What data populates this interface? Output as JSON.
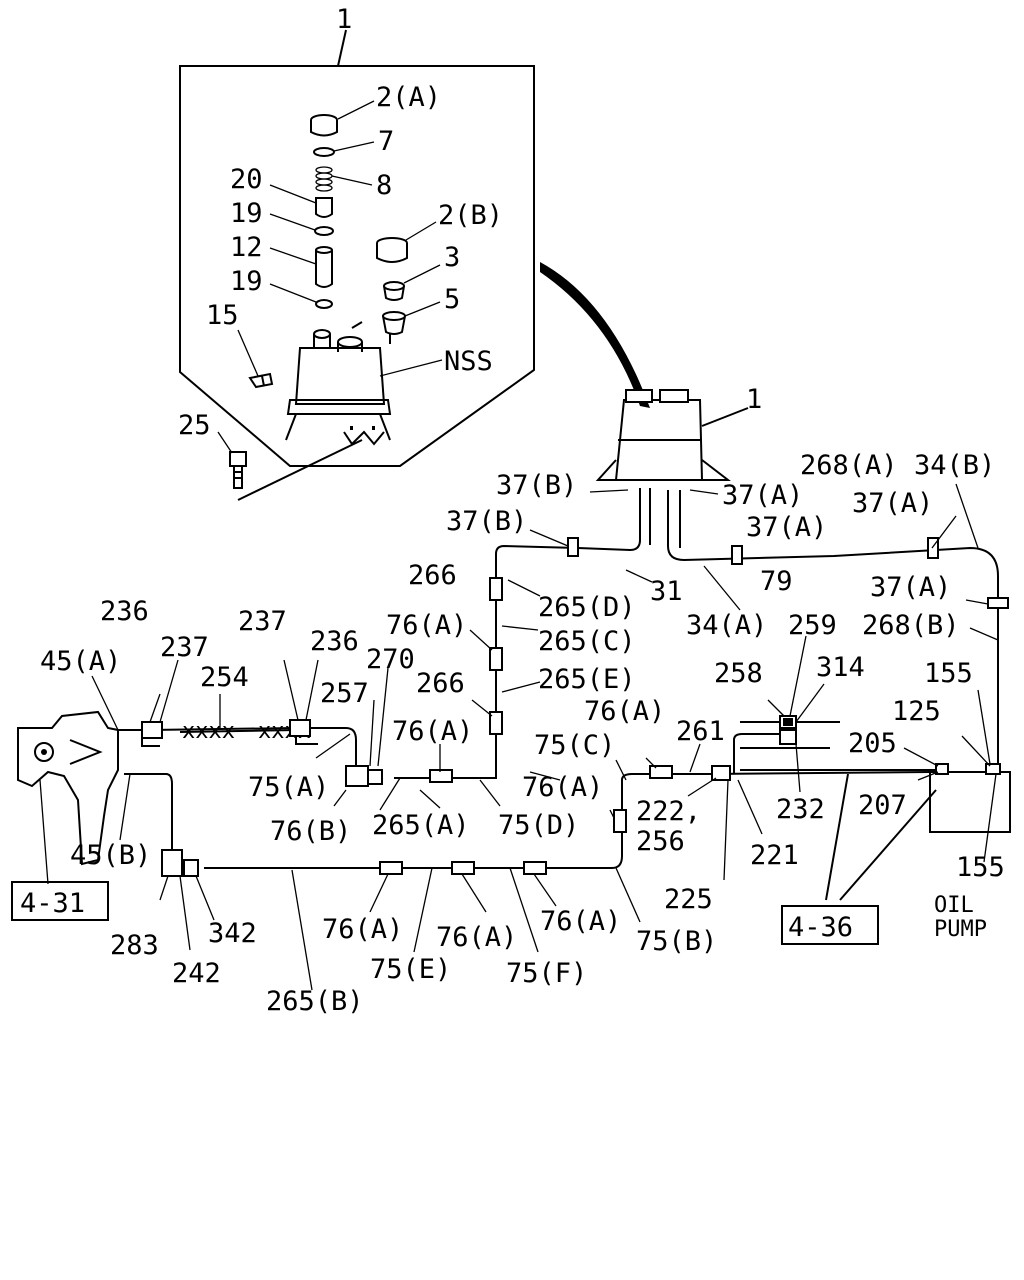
{
  "labels": {
    "l_1_top": "1",
    "l_2a": "2(A)",
    "l_7": "7",
    "l_8": "8",
    "l_20": "20",
    "l_19a": "19",
    "l_2b": "2(B)",
    "l_12": "12",
    "l_3": "3",
    "l_19b": "19",
    "l_5": "5",
    "l_15": "15",
    "l_nss": "NSS",
    "l_25": "25",
    "l_1_tank": "1",
    "l_37b_1": "37(B)",
    "l_37a_1": "37(A)",
    "l_268a": "268(A)",
    "l_34b": "34(B)",
    "l_37b_2": "37(B)",
    "l_37a_2": "37(A)",
    "l_37a_3": "37(A)",
    "l_266_1": "266",
    "l_31": "31",
    "l_265d": "265(D)",
    "l_37a_4": "37(A)",
    "l_79": "79",
    "l_236_1": "236",
    "l_237_2": "237",
    "l_236_2": "236",
    "l_76a_1": "76(A)",
    "l_265c": "265(C)",
    "l_34a": "34(A)",
    "l_259": "259",
    "l_268b": "268(B)",
    "l_45a": "45(A)",
    "l_237_1": "237",
    "l_254": "254",
    "l_270": "270",
    "l_266_2": "266",
    "l_265e": "265(E)",
    "l_258": "258",
    "l_314": "314",
    "l_155_1": "155",
    "l_257": "257",
    "l_76a_2": "76(A)",
    "l_76a_3": "76(A)",
    "l_261": "261",
    "l_125": "125",
    "l_75c": "75(C)",
    "l_205": "205",
    "l_75a": "75(A)",
    "l_76a_4": "76(A)",
    "l_232": "232",
    "l_207": "207",
    "l_76b": "76(B)",
    "l_265a": "265(A)",
    "l_75d": "75(D)",
    "l_222": "222,",
    "l_45b": "45(B)",
    "l_256": "256",
    "l_221": "221",
    "l_155_2": "155",
    "l_431": "4-31",
    "l_225": "225",
    "l_oil": "OIL",
    "l_pump": "PUMP",
    "l_283": "283",
    "l_342": "342",
    "l_76a_5": "76(A)",
    "l_76a_6": "76(A)",
    "l_76a_7": "76(A)",
    "l_436": "4-36",
    "l_75b": "75(B)",
    "l_242": "242",
    "l_75e": "75(E)",
    "l_75f": "75(F)",
    "l_265b": "265(B)"
  }
}
